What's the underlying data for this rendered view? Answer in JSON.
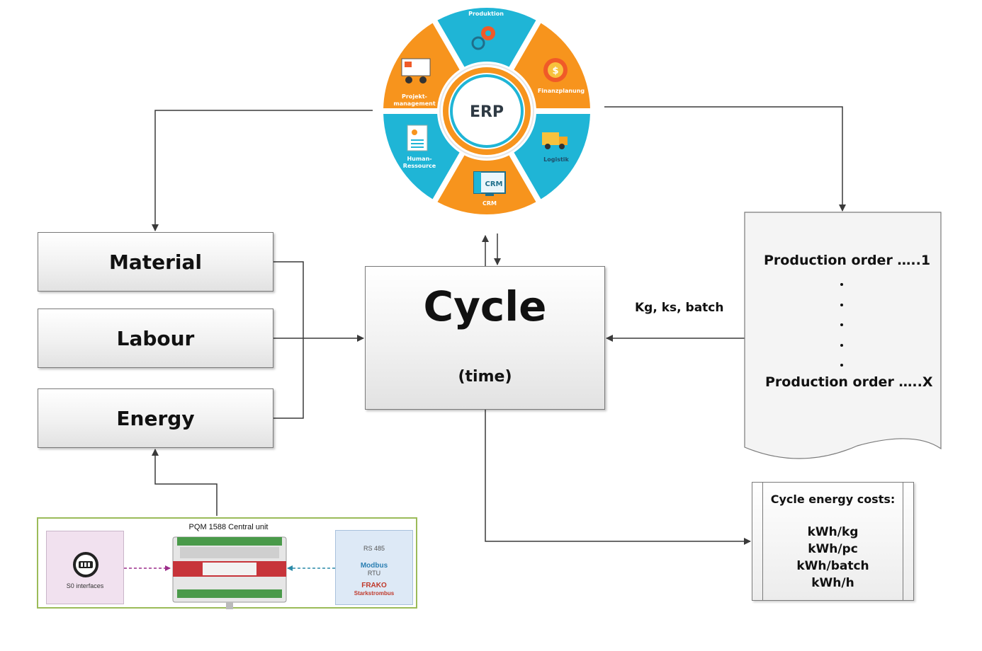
{
  "erp": {
    "center_label": "ERP",
    "segments": [
      {
        "label": "Produktion",
        "color": "#1fb5d6"
      },
      {
        "label": "Finanzplanung",
        "color": "#f7941d"
      },
      {
        "label": "Logistik",
        "color": "#1fb5d6"
      },
      {
        "label": "CRM",
        "color": "#f7941d"
      },
      {
        "label": "Human-",
        "label2": "Ressource",
        "color": "#1fb5d6"
      },
      {
        "label": "Projekt-",
        "label2": "management",
        "color": "#f7941d"
      }
    ],
    "crm_screen_label": "CRM"
  },
  "inputs": {
    "material": "Material",
    "labour": "Labour",
    "energy": "Energy"
  },
  "cycle": {
    "title": "Cycle",
    "subtitle": "(time)"
  },
  "production_orders": {
    "first": "Production order  …..1",
    "last": "Production order …..X",
    "flow_label": "Kg, ks, batch"
  },
  "cycle_costs": {
    "title": "Cycle energy costs:",
    "units": [
      "kWh/kg",
      "kWh/pc",
      "kWh/batch",
      "kWh/h"
    ]
  },
  "pqm": {
    "title": "PQM 1588 Central unit",
    "s0_label": "S0 interfaces",
    "rs485": "RS 485",
    "modbus": "Modbus",
    "rtu": "RTU",
    "frako": "FRAKO",
    "starkstrombus": "Starkstrombus"
  },
  "colors": {
    "orange": "#f7941d",
    "cyan": "#1fb5d6",
    "line": "#3a3a3a",
    "panel_border": "#9bbb59"
  }
}
